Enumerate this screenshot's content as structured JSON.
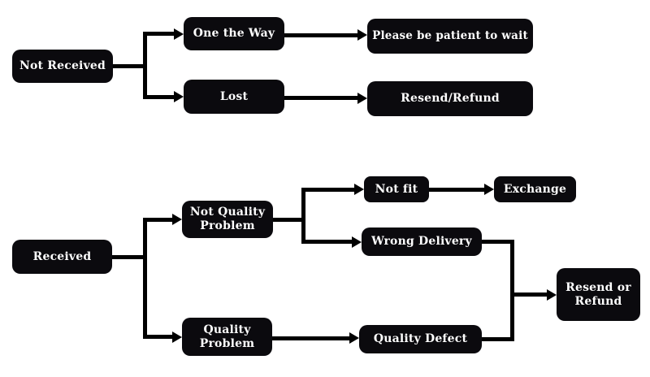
{
  "colors": {
    "node_bg": "#0b0a0e",
    "node_text": "#ffffff",
    "line": "#000000",
    "background": "#ffffff"
  },
  "flow_not_received": {
    "root": "Not Received",
    "on_the_way": "One the Way",
    "lost": "Lost",
    "wait": "Please be patient to wait",
    "resend_refund": "Resend/Refund"
  },
  "flow_received": {
    "root": "Received",
    "not_quality_problem": "Not Quality Problem",
    "quality_problem": "Quality Problem",
    "not_fit": "Not fit",
    "wrong_delivery": "Wrong Delivery",
    "exchange": "Exchange",
    "quality_defect": "Quality Defect",
    "resend_or_refund": "Resend or Refund"
  }
}
